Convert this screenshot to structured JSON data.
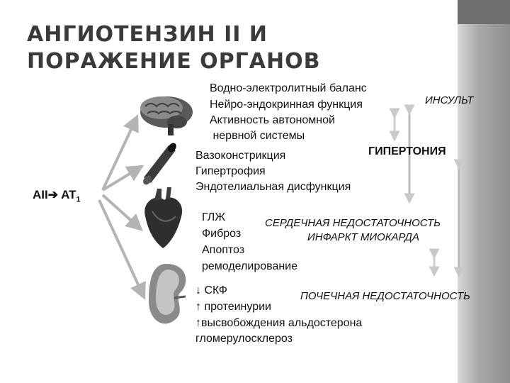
{
  "title": "АНГИОТЕНЗИН II И ПОРАЖЕНИЕ ОРГАНОВ",
  "receptor": {
    "agonist": "AII",
    "arrow": "➔",
    "receptor": "AT",
    "subscript": "1"
  },
  "brain": {
    "lines": [
      "Водно-электролитный баланс",
      "Нейро-эндокринная функция",
      "Активность автономной",
      " нервной системы"
    ],
    "outcome": "ИНСУЛЬТ"
  },
  "vessels": {
    "lines": [
      "Вазоконстрикция",
      "Гипертрофия",
      "Эндотелиальная дисфункция"
    ],
    "outcome": "ГИПЕРТОНИЯ"
  },
  "heart": {
    "lines": [
      "ГЛЖ",
      "Фиброз",
      "Апоптоз",
      "ремоделирование"
    ],
    "outcome1": "СЕРДЕЧНАЯ НЕДОСТАТОЧНОСТЬ",
    "outcome2": "ИНФАРКТ МИОКАРДА"
  },
  "kidney": {
    "down_arrow": "↓",
    "up_arrow": "↑",
    "line1": "СКФ",
    "line2": "протеинурии",
    "line3": "высвобождения альдостерона",
    "line4": "гломерулосклероз",
    "outcome": "ПОЧЕЧНАЯ НЕДОСТАТОЧНОСТЬ"
  },
  "colors": {
    "arrow": "#b4b4b4",
    "title": "#3a3a3a",
    "band": "#9a9a9a"
  }
}
